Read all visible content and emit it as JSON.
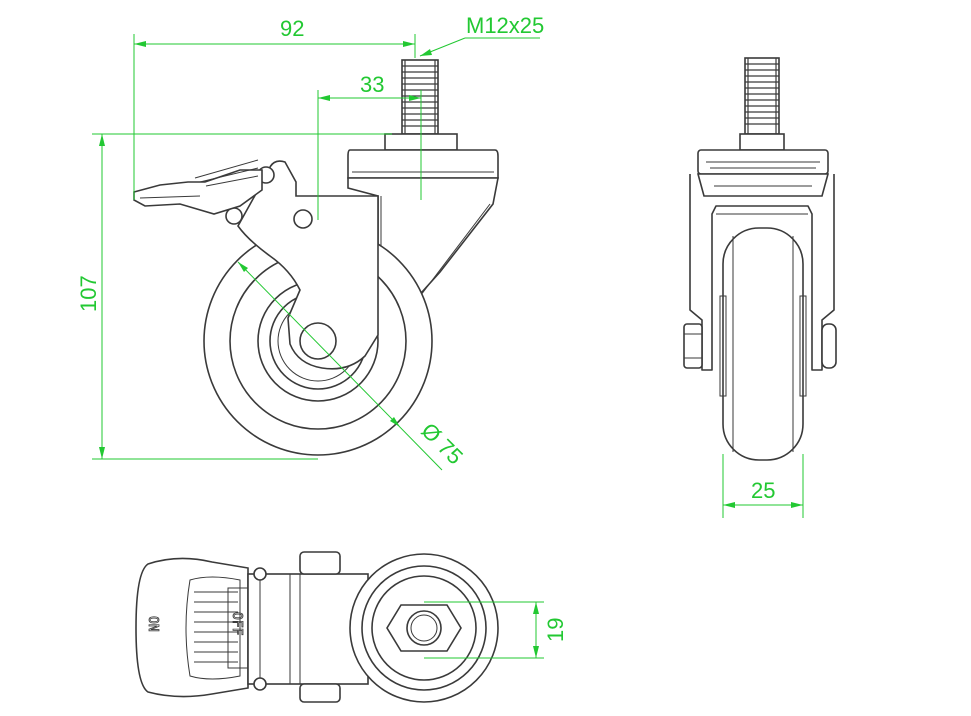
{
  "dimensions": {
    "overall_width": "92",
    "thread_spec": "M12x25",
    "stem_offset": "33",
    "overall_height": "107",
    "wheel_diameter": "Ø 75",
    "wheel_width": "25",
    "hex_size": "19"
  },
  "embossed": {
    "on_label": "ON",
    "off_label": "OFF"
  },
  "colors": {
    "dimension_lines": "#22c832",
    "part_lines": "#3a3a3a",
    "background": "#ffffff"
  }
}
